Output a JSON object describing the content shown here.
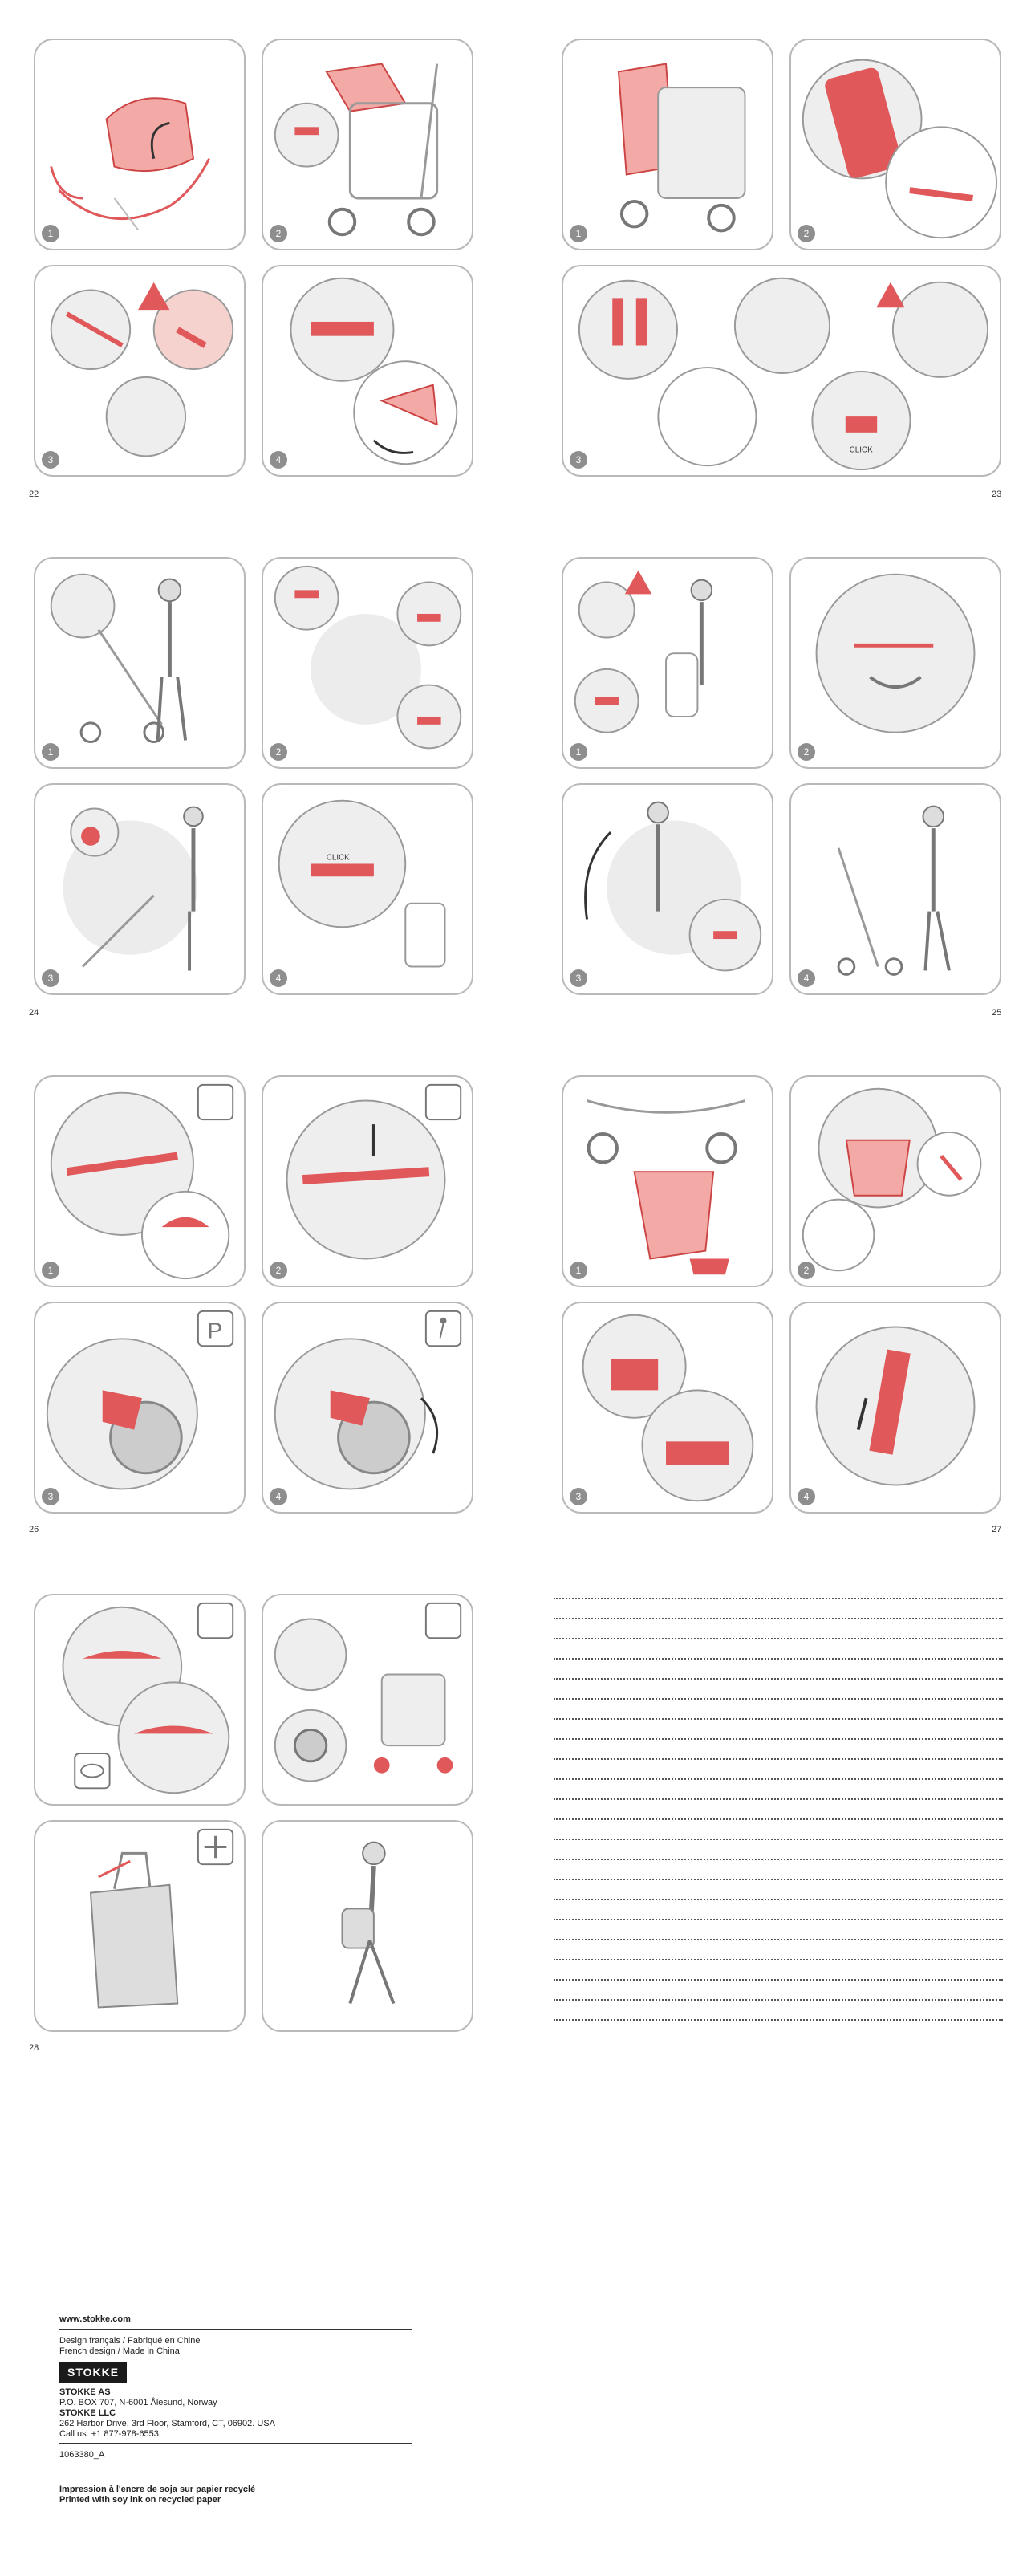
{
  "colors": {
    "accent": "#e0585a",
    "accent_light": "#f3aaa6",
    "panel_border": "#b9b9b9",
    "gray": "#cfcfcf",
    "dark": "#555555"
  },
  "pages": [
    {
      "page_number": "22",
      "panels": [
        {
          "step": "1",
          "illustration": "canopy-detached"
        },
        {
          "step": "2",
          "illustration": "canopy-attach-stroller"
        },
        {
          "step": "3",
          "illustration": "canopy-clips-warning"
        },
        {
          "step": "4",
          "illustration": "canopy-extend"
        }
      ]
    },
    {
      "page_number": "23",
      "panels": [
        {
          "step": "1",
          "illustration": "seat-cover-on-stroller"
        },
        {
          "step": "2",
          "illustration": "seat-cover-straps"
        },
        {
          "step": "3",
          "illustration": "harness-buckle-click",
          "badge": "CLICK"
        }
      ]
    },
    {
      "page_number": "24",
      "panels": [
        {
          "step": "1",
          "illustration": "adult-pushing-stroller"
        },
        {
          "step": "2",
          "illustration": "fold-release-buttons"
        },
        {
          "step": "3",
          "illustration": "fold-with-foot-brake"
        },
        {
          "step": "4",
          "illustration": "fold-lock-click",
          "badge": "CLICK"
        }
      ]
    },
    {
      "page_number": "25",
      "panels": [
        {
          "step": "1",
          "illustration": "carry-folded-warning"
        },
        {
          "step": "2",
          "illustration": "unfold-handle"
        },
        {
          "step": "3",
          "illustration": "lift-folded-stroller"
        },
        {
          "step": "4",
          "illustration": "unfold-stroller"
        }
      ]
    },
    {
      "page_number": "26",
      "panels": [
        {
          "step": "1",
          "illustration": "backrest-recline"
        },
        {
          "step": "2",
          "illustration": "backrest-upright"
        },
        {
          "step": "3",
          "illustration": "parking-brake-on",
          "badge": "P"
        },
        {
          "step": "4",
          "illustration": "parking-brake-off"
        }
      ]
    },
    {
      "page_number": "27",
      "panels": [
        {
          "step": "1",
          "illustration": "basket-attach"
        },
        {
          "step": "2",
          "illustration": "basket-hooks"
        },
        {
          "step": "3",
          "illustration": "basket-under-seat"
        },
        {
          "step": "4",
          "illustration": "basket-latch"
        }
      ]
    },
    {
      "page_number": "28",
      "panels": [
        {
          "step": "",
          "illustration": "ventilation-window"
        },
        {
          "step": "",
          "illustration": "wheel-maintenance"
        },
        {
          "step": "",
          "illustration": "travel-bag"
        },
        {
          "step": "",
          "illustration": "walking-with-bag"
        }
      ]
    }
  ],
  "notes_lines": 22,
  "footer": {
    "website": "www.stokke.com",
    "design_fr": "Design français / Fabriqué en Chine",
    "design_en": "French design / Made in China",
    "logo": "STOKKE",
    "company1": "STOKKE AS",
    "address1": "P.O. BOX 707, N-6001 Ålesund, Norway",
    "company2": "STOKKE LLC",
    "address2": "262 Harbor Drive, 3rd Floor, Stamford, CT, 06902. USA",
    "call": "Call us: +1 877-978-6553",
    "code": "1063380_A",
    "print_fr": "Impression à l'encre de soja sur papier recyclé",
    "print_en": "Printed with soy ink on recycled paper"
  }
}
